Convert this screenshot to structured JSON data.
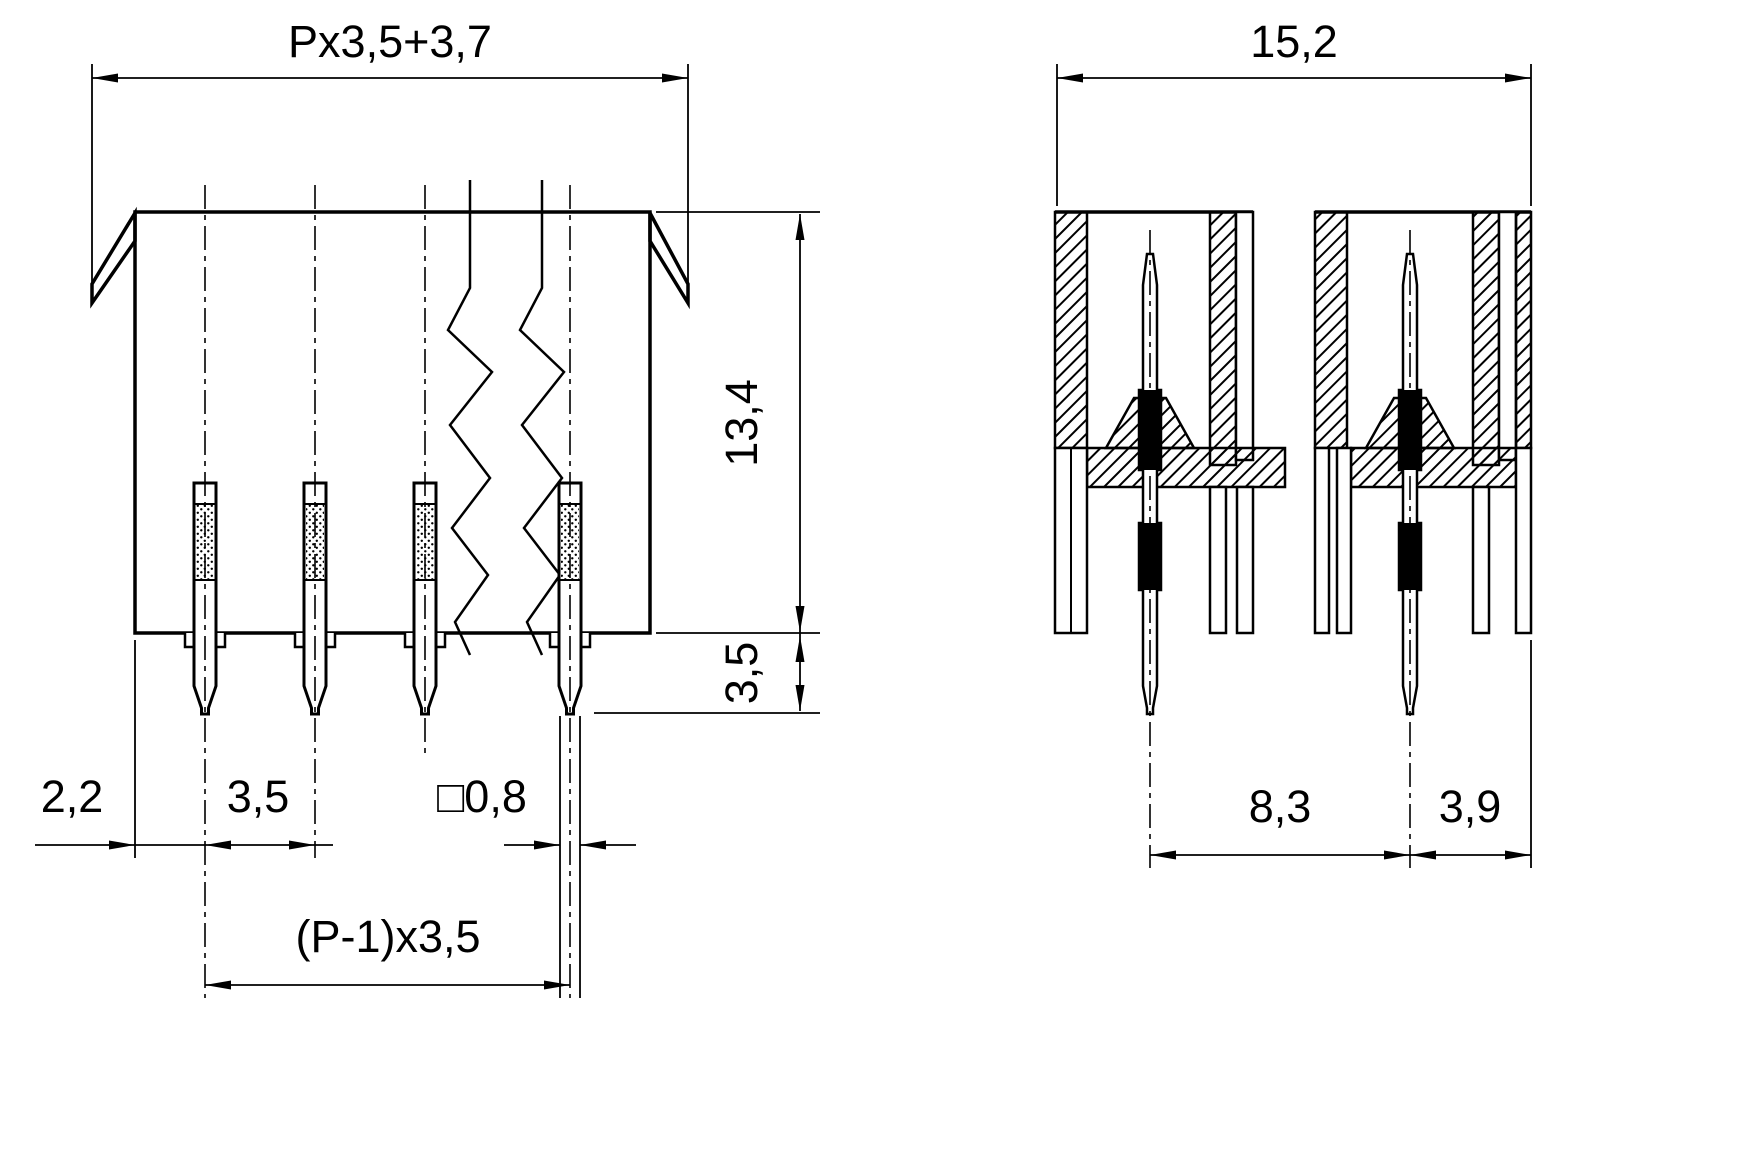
{
  "colors": {
    "line": "#000000",
    "background": "#ffffff"
  },
  "front_view": {
    "dims": {
      "total_width": "Px3,5+3,7",
      "body_height": "13,4",
      "pin_protrusion": "3,5",
      "edge_to_pin": "2,2",
      "pin_pitch": "3,5",
      "pin_cross_section": "□0,8",
      "pin_span": "(P-1)x3,5"
    }
  },
  "side_view": {
    "dims": {
      "total_depth": "15,2",
      "pin_row_spacing": "8,3",
      "pin_to_edge": "3,9"
    }
  }
}
